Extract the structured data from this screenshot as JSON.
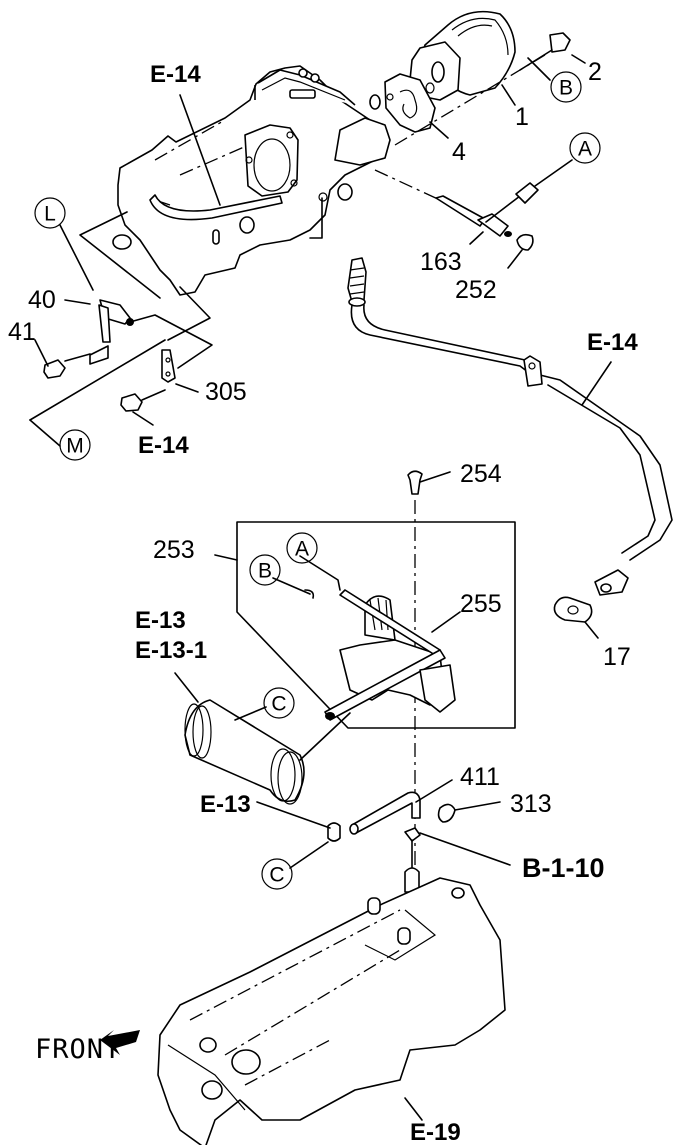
{
  "diagram": {
    "title": "EGR valve, pipe and vacuum switching valve assembly",
    "direction_label": "FRONT",
    "part_numbers": [
      {
        "id": "p1",
        "label": "1"
      },
      {
        "id": "p2",
        "label": "2"
      },
      {
        "id": "p4",
        "label": "4"
      },
      {
        "id": "p17",
        "label": "17"
      },
      {
        "id": "p40",
        "label": "40"
      },
      {
        "id": "p41",
        "label": "41"
      },
      {
        "id": "p163",
        "label": "163"
      },
      {
        "id": "p252",
        "label": "252"
      },
      {
        "id": "p253",
        "label": "253"
      },
      {
        "id": "p254",
        "label": "254"
      },
      {
        "id": "p255",
        "label": "255"
      },
      {
        "id": "p305",
        "label": "305"
      },
      {
        "id": "p313",
        "label": "313"
      },
      {
        "id": "p411",
        "label": "411"
      }
    ],
    "references": [
      {
        "id": "r_e14_top",
        "label": "E-14"
      },
      {
        "id": "r_e14_pipe",
        "label": "E-14"
      },
      {
        "id": "r_e14_bolt",
        "label": "E-14"
      },
      {
        "id": "r_e13_a",
        "label": "E-13"
      },
      {
        "id": "r_e13_1",
        "label": "E-13-1"
      },
      {
        "id": "r_e13_b",
        "label": "E-13"
      },
      {
        "id": "r_b110",
        "label": "B-1-10"
      },
      {
        "id": "r_e19",
        "label": "E-19"
      }
    ],
    "connectors": {
      "A": "A",
      "B": "B",
      "C": "C",
      "L": "L",
      "M": "M"
    }
  }
}
